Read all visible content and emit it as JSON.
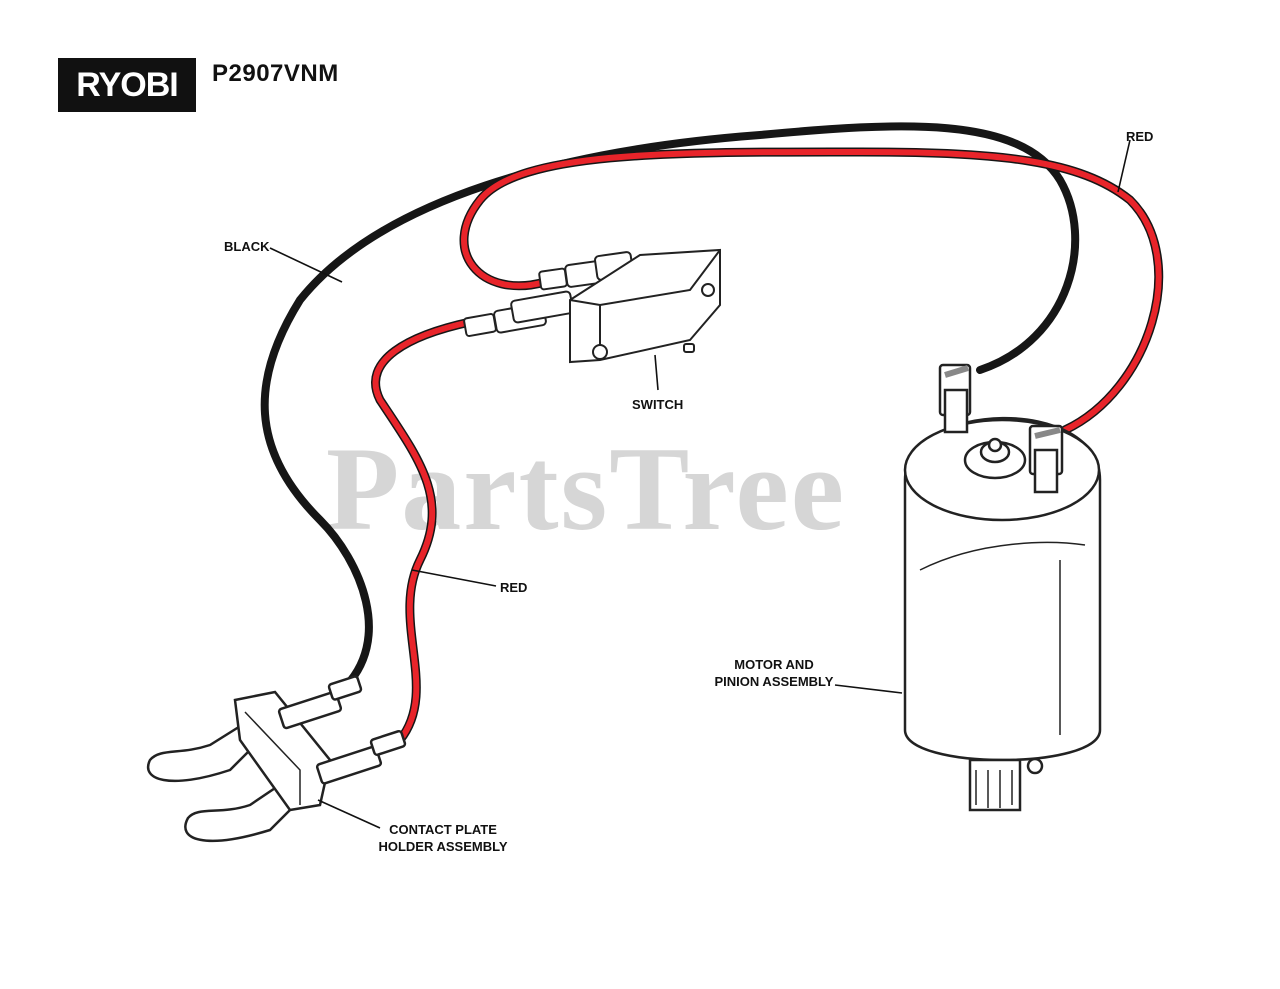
{
  "header": {
    "brand": "RYOBI",
    "model": "P2907VNM"
  },
  "watermark": {
    "text": "PartsTree",
    "tm": "™"
  },
  "labels": {
    "black_wire": "BLACK",
    "red_wire_top": "RED",
    "red_wire_mid": "RED",
    "switch": "SWITCH",
    "motor_line1": "MOTOR AND",
    "motor_line2": "PINION ASSEMBLY",
    "contact_line1": "CONTACT PLATE",
    "contact_line2": "HOLDER ASSEMBLY"
  },
  "colors": {
    "black_wire": "#161616",
    "red_wire": "#e8242a",
    "outline": "#222222",
    "watermark": "#d6d6d6"
  }
}
